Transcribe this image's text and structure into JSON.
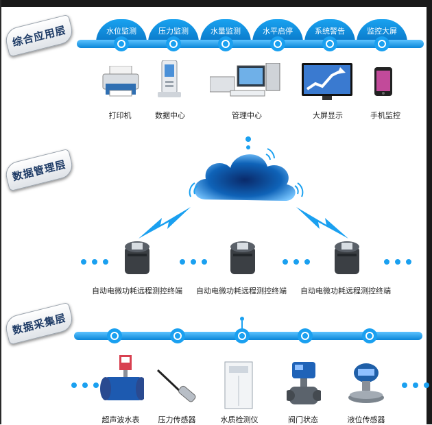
{
  "layers": {
    "application": "综合应用层",
    "management": "数据管理层",
    "collection": "数据采集层"
  },
  "app_tabs": [
    "水位监测",
    "压力监测",
    "水量监测",
    "水平启停",
    "系统警告",
    "监控大屏"
  ],
  "app_devices": [
    "打印机",
    "数据中心",
    "管理中心",
    "大屏显示",
    "手机监控"
  ],
  "terminals": [
    "自动电微功耗远程测控终端",
    "自动电微功耗远程测控终端",
    "自动电微功耗远程测控终端"
  ],
  "sensors": [
    "超声波水表",
    "压力传感器",
    "水质检测仪",
    "阀门状态",
    "液位传感器"
  ],
  "colors": {
    "accent": "#1aa0f0",
    "accent_dark": "#0a78c8",
    "label_text": "#1e3b66"
  },
  "icons": [
    "printer-icon",
    "server-icon",
    "computer-icon",
    "large-screen-icon",
    "phone-icon",
    "cloud-icon",
    "lightning-icon",
    "terminal-icon",
    "water-meter-icon",
    "pressure-sensor-icon",
    "water-quality-cabinet-icon",
    "valve-icon",
    "level-sensor-icon"
  ]
}
